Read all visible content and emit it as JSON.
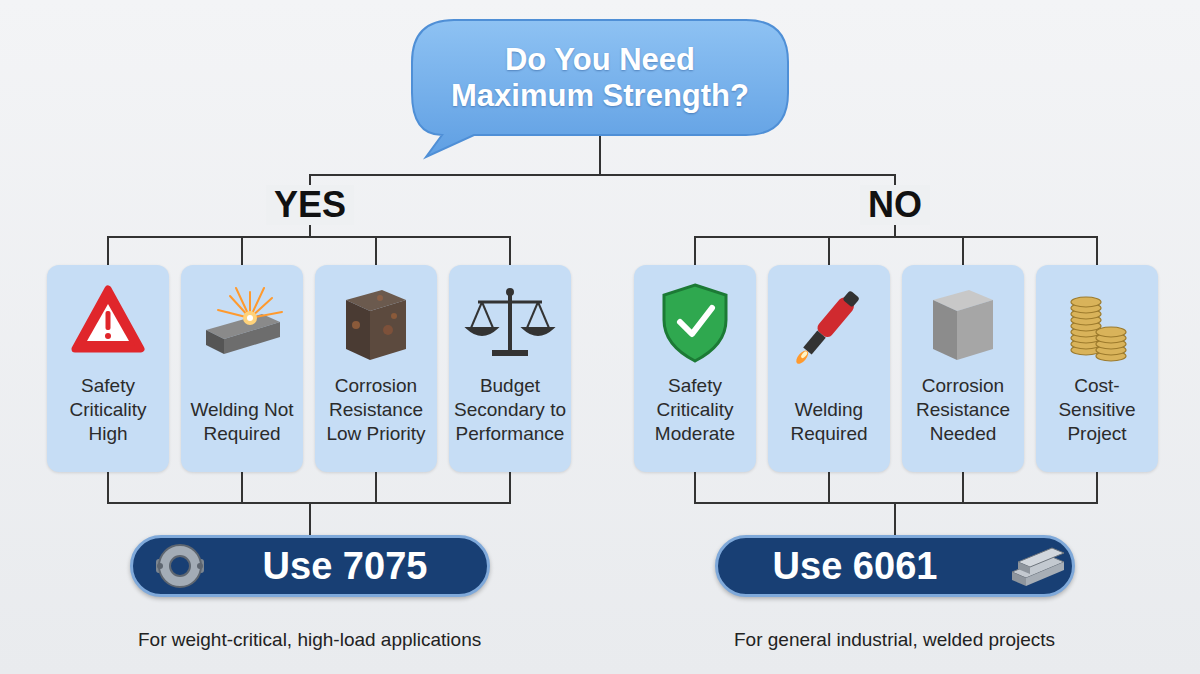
{
  "diagram": {
    "nodes": [
      {
        "text": [
          "Do You Need Maximum Strength?"
        ]
      },
      {
        "text": [
          "Safety Criticality High"
        ]
      },
      {
        "text": [
          "Welding Not Required"
        ]
      },
      {
        "text": [
          "Corrosion Resistance Low Priority"
        ]
      },
      {
        "text": [
          "Budget Secondary to Performance"
        ]
      },
      {
        "text": [
          "Safety Criticality Moderate"
        ]
      },
      {
        "text": [
          "Welding Required"
        ]
      },
      {
        "text": [
          "Corrosion Resistance Needed"
        ]
      },
      {
        "text": [
          "Cost-Sensitive Project"
        ]
      },
      {
        "text": [
          "Use 7075"
        ]
      },
      {
        "text": [
          "Use 6061"
        ]
      }
    ],
    "edges": [
      {
        "from": 0,
        "to": 1,
        "arrow": "none"
      },
      {
        "from": 0,
        "to": 2,
        "arrow": "none"
      },
      {
        "from": 0,
        "to": 3,
        "arrow": "none"
      },
      {
        "from": 0,
        "to": 4,
        "arrow": "none"
      },
      {
        "from": 0,
        "to": 5,
        "arrow": "none"
      },
      {
        "from": 0,
        "to": 6,
        "arrow": "none"
      },
      {
        "from": 0,
        "to": 7,
        "arrow": "none"
      },
      {
        "from": 0,
        "to": 8,
        "arrow": "none"
      },
      {
        "from": 1,
        "to": 9,
        "arrow": "none"
      },
      {
        "from": 2,
        "to": 9,
        "arrow": "none"
      },
      {
        "from": 3,
        "to": 9,
        "arrow": "none"
      },
      {
        "from": 4,
        "to": 9,
        "arrow": "none"
      },
      {
        "from": 5,
        "to": 10,
        "arrow": "none"
      },
      {
        "from": 6,
        "to": 10,
        "arrow": "none"
      },
      {
        "from": 7,
        "to": 10,
        "arrow": "none"
      },
      {
        "from": 8,
        "to": 10,
        "arrow": "none"
      }
    ],
    "labels": [
      "YES",
      "NO",
      "For weight-critical, high-load applications",
      "For general industrial, welded projects"
    ]
  }
}
